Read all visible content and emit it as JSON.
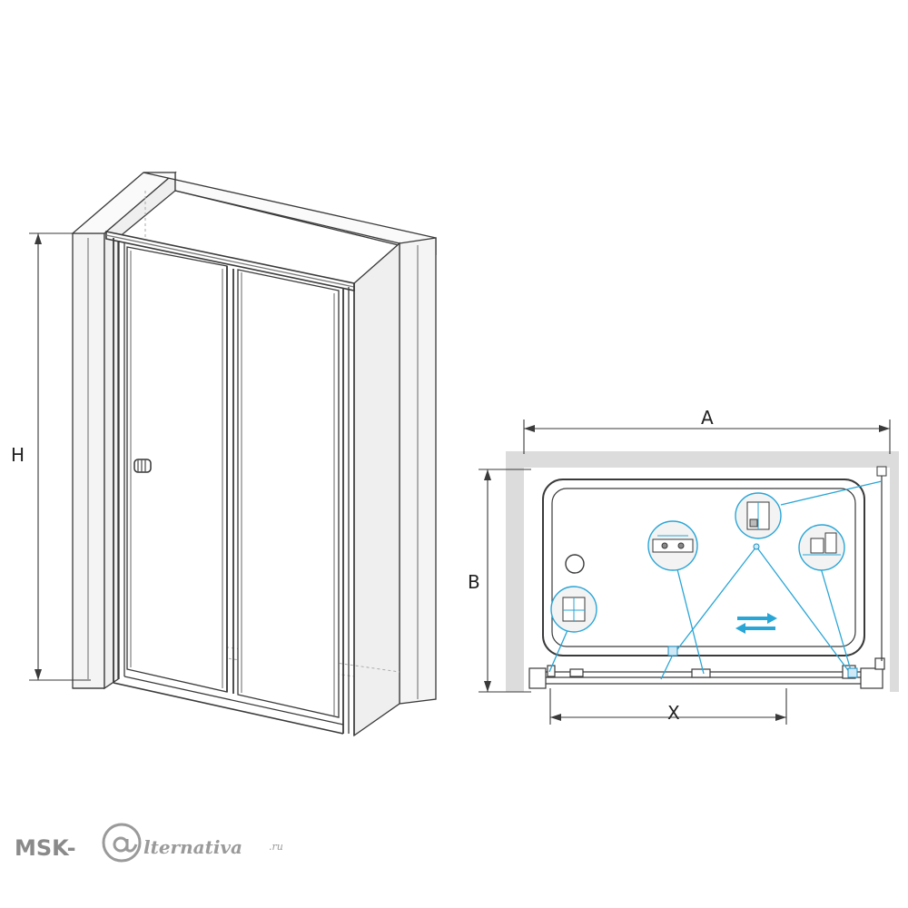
{
  "labels": {
    "height": "H",
    "width": "A",
    "depth": "B",
    "opening": "X"
  },
  "watermark": {
    "prefix": "MSK-",
    "brand": "lternativa",
    "suffix": ".ru"
  },
  "colors": {
    "line": "#3a3a3a",
    "wall": "#d9d9d9",
    "accent": "#2aa6d6",
    "watermark": "#8a8a8a"
  },
  "icons": [
    "door-handle-icon",
    "detail-callout-icon",
    "slide-direction-arrows-icon"
  ]
}
